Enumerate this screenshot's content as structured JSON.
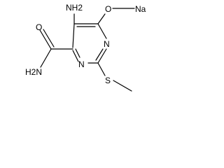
{
  "molecule": {
    "labels": {
      "amino_group": "H2N",
      "amine_top": "NH2",
      "oxygen": "O",
      "sodium": "Na",
      "ring_n1": "N",
      "ring_n2": "N",
      "carbonyl_o": "O",
      "sulfur": "S"
    }
  }
}
